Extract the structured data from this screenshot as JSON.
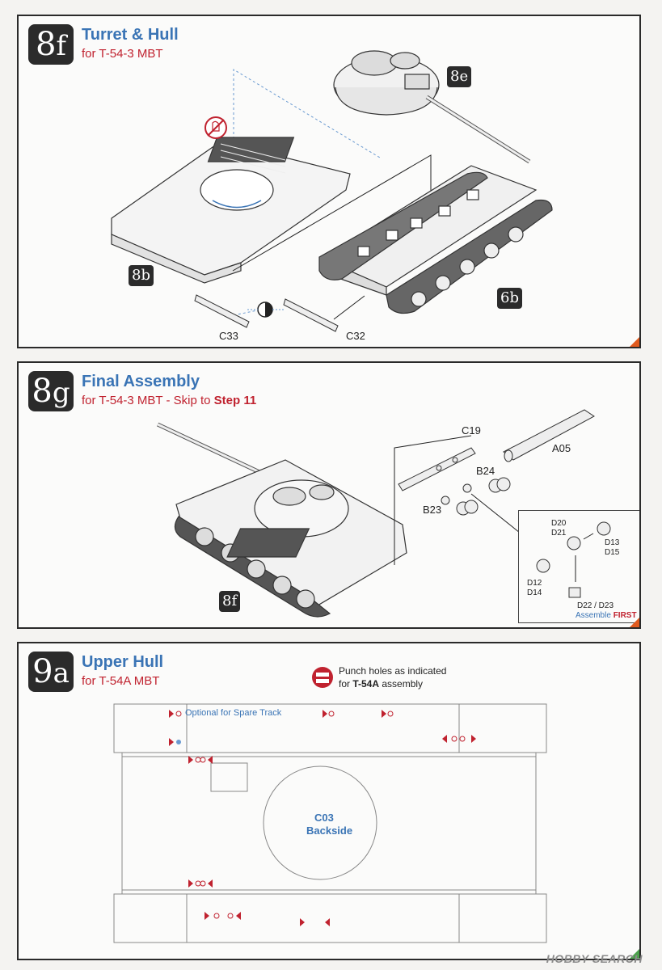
{
  "step_8f": {
    "number": "8",
    "letter": "f",
    "title": "Turret & Hull",
    "subtitle": "for T-54-3 MBT",
    "refs": {
      "turret": "8e",
      "hull_upper": "8b",
      "hull_lower": "6b"
    },
    "parts": {
      "left_fender": "C33",
      "right_fender": "C32"
    },
    "icons": [
      "no-glue-icon",
      "mirror-parts-icon"
    ]
  },
  "step_8g": {
    "number": "8",
    "letter": "g",
    "title": "Final Assembly",
    "subtitle_prefix": "for T-54-3 MBT - Skip to ",
    "subtitle_bold": "Step 11",
    "ref": "8f",
    "parts": {
      "bracket": "C19",
      "barrel": "A05",
      "lamp_a": "B24",
      "lamp_b": "B23"
    },
    "inset": {
      "labels": {
        "d20_d21": "D20\nD21",
        "d13_d15": "D13\nD15",
        "d12_d14": "D12\nD14",
        "d22_d23": "D22 / D23"
      },
      "note_prefix": "Assemble ",
      "note_bold": "FIRST"
    }
  },
  "step_9a": {
    "number": "9",
    "letter": "a",
    "title": "Upper Hull",
    "subtitle": "for T-54A MBT",
    "punch_note_line1": "Punch holes as indicated",
    "punch_note_prefix": "for ",
    "punch_note_bold": "T-54A",
    "punch_note_suffix": " assembly",
    "optional_label": "Optional for Spare Track",
    "part_code": "C03",
    "part_side": "Backside"
  },
  "watermark": "HOBBY SEARCH",
  "colors": {
    "title_blue": "#3a74b5",
    "subtitle_red": "#c0222f",
    "corner_orange": "#e05a1e",
    "badge_dark": "#2b2b2b"
  }
}
